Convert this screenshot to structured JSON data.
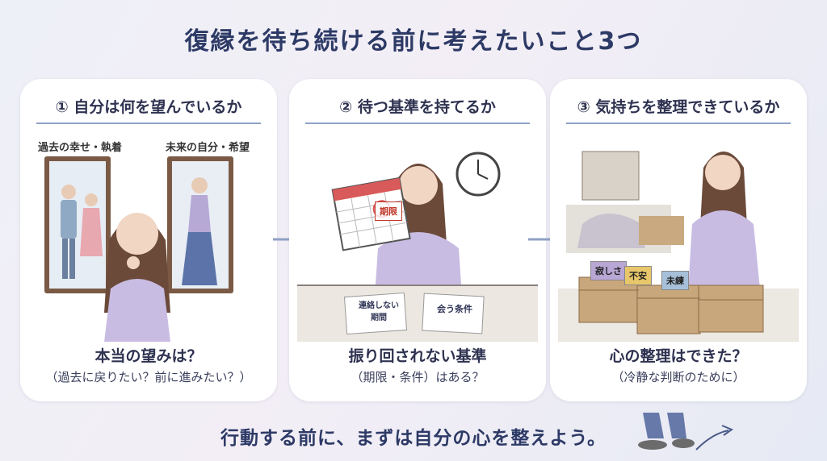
{
  "title": "復縁を待ち続ける前に考えたいこと3つ",
  "cards": [
    {
      "heading": "① 自分は何を望んでいるか",
      "left_label": "過去の幸せ・執着",
      "right_label": "未来の自分・希望",
      "main": "本当の望みは？",
      "sub": "（過去に戻りたい？前に進みたい？）"
    },
    {
      "heading": "② 待つ基準を持てるか",
      "calendar_stamp": "期限",
      "paper1": "連絡しない\n期間",
      "paper2": "会う条件",
      "main": "振り回されない基準",
      "sub": "（期限・条件）はある？"
    },
    {
      "heading": "③ 気持ちを整理できているか",
      "box_tags": [
        "寂しさ",
        "不安",
        "未練"
      ],
      "main": "心の整理はできた？",
      "sub": "（冷静な判断のために）"
    }
  ],
  "bottom_message": "行動する前に、まずは自分の心を整えよう。"
}
